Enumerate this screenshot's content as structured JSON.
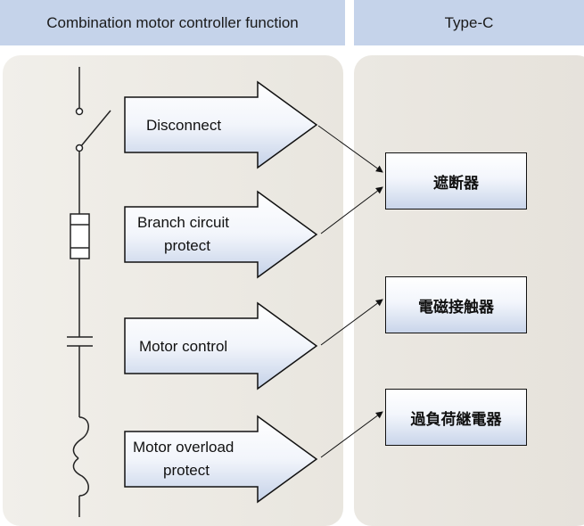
{
  "header": {
    "left_title": "Combination motor controller function",
    "right_title": "Type-C"
  },
  "functions": [
    {
      "line1": "Disconnect",
      "line2": ""
    },
    {
      "line1": "Branch circuit",
      "line2": "protect"
    },
    {
      "line1": "Motor control",
      "line2": ""
    },
    {
      "line1": "Motor overload",
      "line2": "protect"
    }
  ],
  "devices": [
    {
      "label": "遮断器"
    },
    {
      "label": "電磁接触器"
    },
    {
      "label": "過負荷継電器"
    }
  ]
}
